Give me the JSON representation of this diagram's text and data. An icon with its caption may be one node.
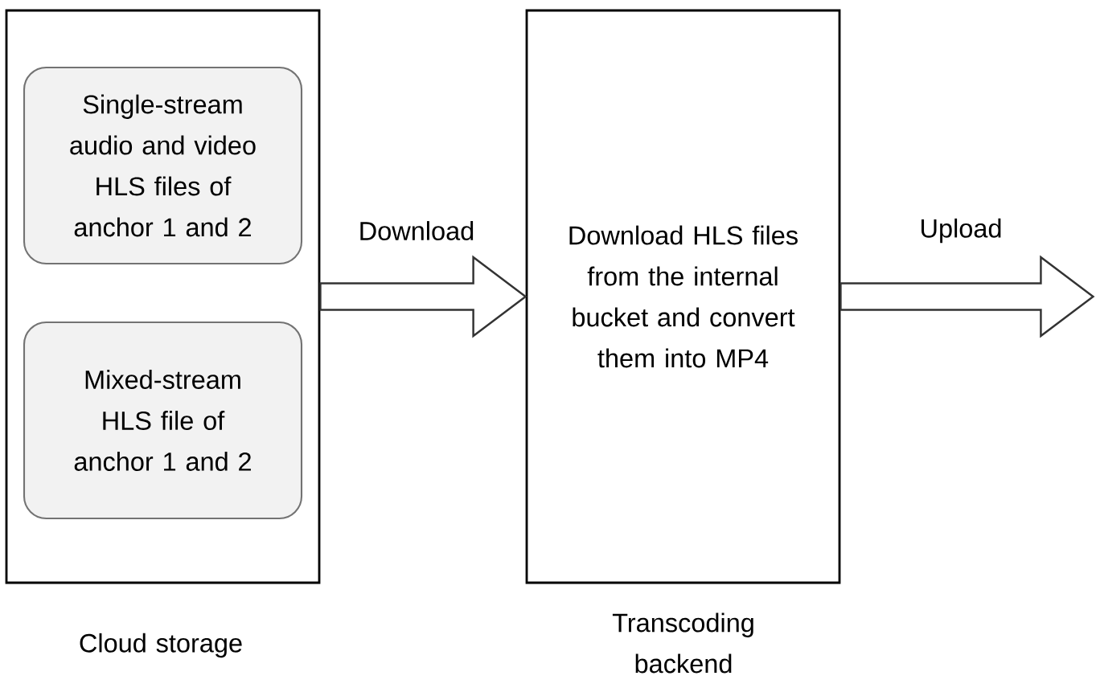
{
  "diagram": {
    "nodes": [
      {
        "text": [
          "Cloud storage"
        ]
      },
      {
        "text": [
          "Single-stream audio and video HLS files of anchor 1 and 2"
        ],
        "in": 0
      },
      {
        "text": [
          "Mixed-stream HLS file of anchor 1 and 2"
        ],
        "in": 0
      },
      {
        "text": [
          "Download HLS files from the internal bucket and convert them into MP4",
          "Transcoding backend"
        ]
      }
    ],
    "edges": [
      {
        "from": 0,
        "to": 3,
        "arrow": "to",
        "label": "Download"
      },
      {
        "from": 3,
        "to": null,
        "arrow": "to",
        "label": "Upload"
      }
    ]
  }
}
